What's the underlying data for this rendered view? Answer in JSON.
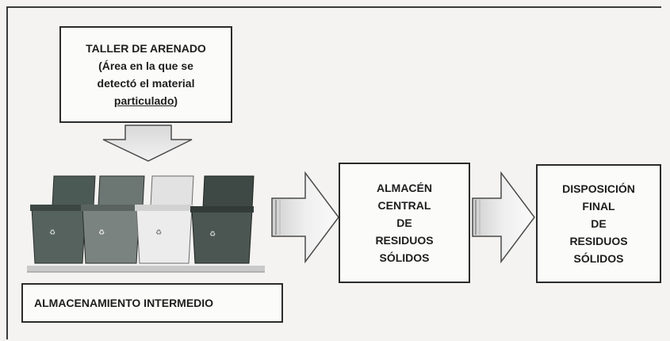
{
  "source_box": {
    "line1": "TALLER DE ARENADO",
    "line2": "(Área en la que se",
    "line3": "detectó el material",
    "line4a": "particulado",
    "line4b": ")"
  },
  "bins_label": "ALMACENAMIENTO INTERMEDIO",
  "central_box": {
    "line1": "ALMACÉN",
    "line2": "CENTRAL",
    "line3": "DE",
    "line4": "RESIDUOS",
    "line5": "SÓLIDOS"
  },
  "final_box": {
    "line1": "DISPOSICIÓN",
    "line2": "FINAL",
    "line3": "DE",
    "line4": "RESIDUOS",
    "line5": "SÓLIDOS"
  }
}
